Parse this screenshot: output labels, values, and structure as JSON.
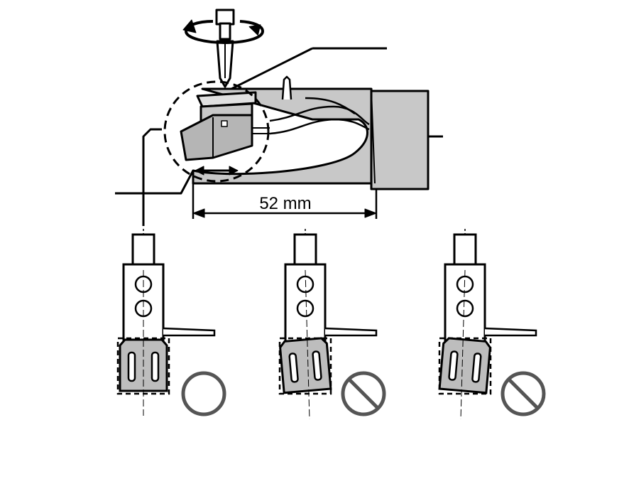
{
  "diagram": {
    "dimension_label": "52 mm",
    "colors": {
      "line": "#000000",
      "fill_gray": "#bfbfbf",
      "fill_light": "#d9d9d9",
      "mark": "#555555"
    },
    "marks": [
      {
        "name": "correct-mark-icon",
        "kind": "circle-ok"
      },
      {
        "name": "incorrect-mark-icon",
        "kind": "circle-prohibited"
      },
      {
        "name": "incorrect-mark-icon",
        "kind": "circle-prohibited"
      }
    ],
    "headshell_views": [
      {
        "name": "headshell-view-aligned",
        "rotation_deg": 0
      },
      {
        "name": "headshell-view-rotated-left",
        "rotation_deg": -4
      },
      {
        "name": "headshell-view-rotated-right",
        "rotation_deg": 4
      }
    ]
  }
}
